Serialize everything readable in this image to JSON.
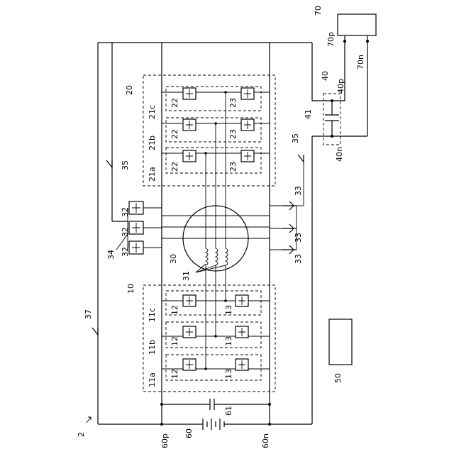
{
  "labels": {
    "system": "2",
    "load_device": "70",
    "load_pos": "70p",
    "load_neg": "70n",
    "cap_module": "40",
    "cap_pos": "40p",
    "cap_neg": "40n",
    "capacitor": "41",
    "inverter_top": "20",
    "arm_c": "21c",
    "arm_b": "21b",
    "arm_a": "21a",
    "upper_sw_top": "22",
    "lower_sw_top": "23",
    "relay_35_right": "35",
    "relay_35_left": "35",
    "switch_33": "33",
    "switch_32": "32",
    "switch_group_34": "34",
    "motor": "30",
    "windings": "31",
    "inverter_bottom": "10",
    "arm_11c": "11c",
    "arm_11b": "11b",
    "arm_11a": "11a",
    "upper_sw_bottom": "12",
    "lower_sw_bottom": "13",
    "relay_37": "37",
    "controller": "50",
    "smoothing_cap": "61",
    "battery": "60",
    "battery_pos": "60p",
    "battery_neg": "60n"
  }
}
